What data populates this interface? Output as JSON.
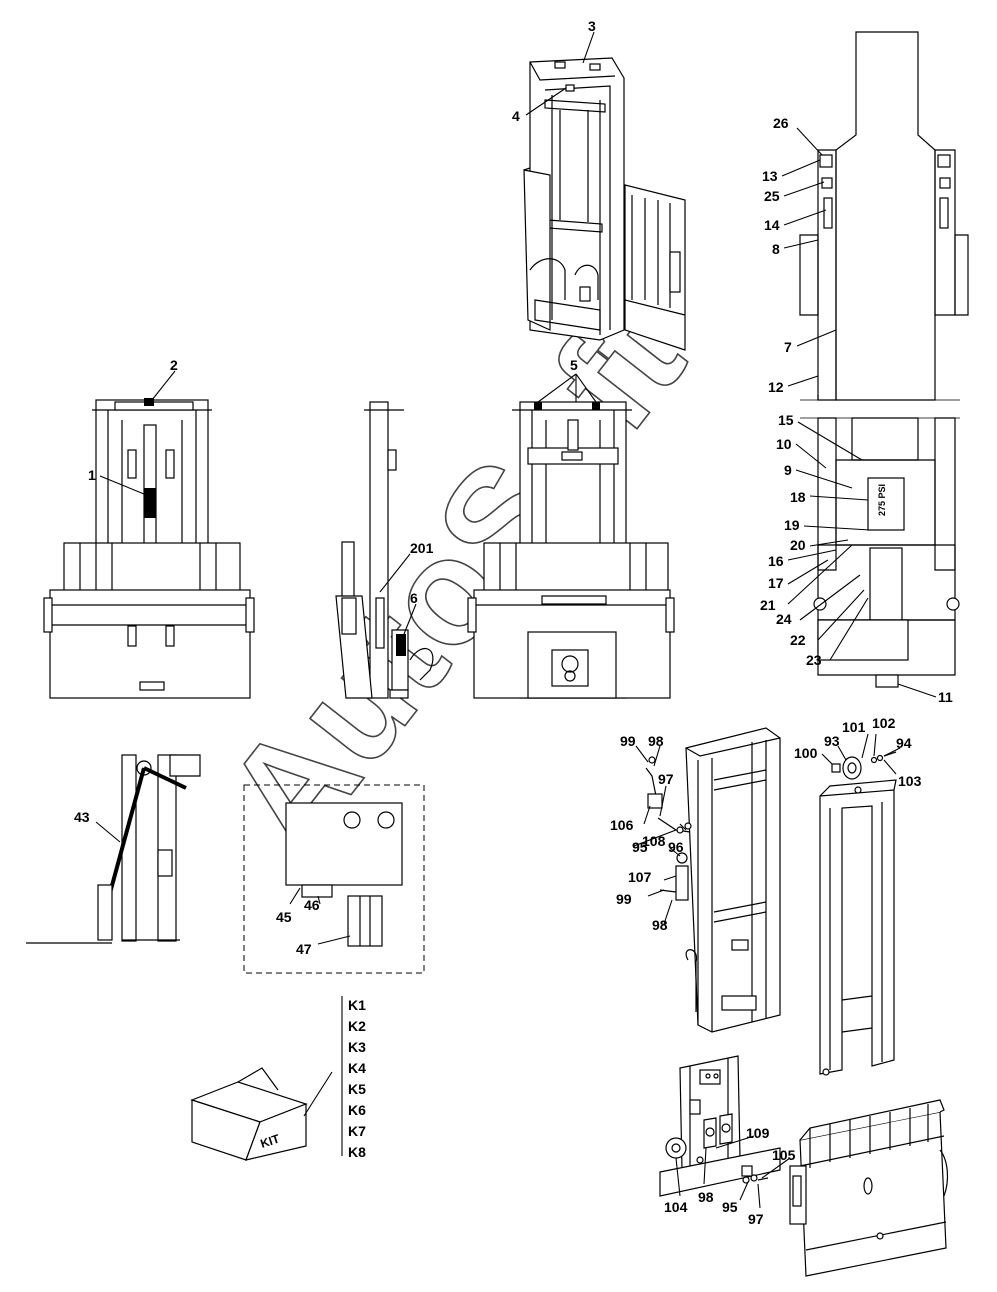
{
  "labels": {
    "l1": "1",
    "l2": "2",
    "l3": "3",
    "l4": "4",
    "l5": "5",
    "l6": "6",
    "l7": "7",
    "l8": "8",
    "l9": "9",
    "l10": "10",
    "l11": "11",
    "l12": "12",
    "l13": "13",
    "l14": "14",
    "l15": "15",
    "l16": "16",
    "l17": "17",
    "l18": "18",
    "l19": "19",
    "l20": "20",
    "l21": "21",
    "l22": "22",
    "l23": "23",
    "l24": "24",
    "l25": "25",
    "l26": "26",
    "l43": "43",
    "l45": "45",
    "l46": "46",
    "l47": "47",
    "l93": "93",
    "l94": "94",
    "l95a": "95",
    "l95b": "95",
    "l96": "96",
    "l97a": "97",
    "l97b": "97",
    "l98a": "98",
    "l98b": "98",
    "l98c": "98",
    "l99a": "99",
    "l99b": "99",
    "l100": "100",
    "l101": "101",
    "l102": "102",
    "l103": "103",
    "l104": "104",
    "l105": "105",
    "l106": "106",
    "l107": "107",
    "l108": "108",
    "l109": "109",
    "l201": "201"
  },
  "kit": {
    "box_label": "KIT",
    "items": [
      "K1",
      "K2",
      "K3",
      "K4",
      "K5",
      "K6",
      "K7",
      "K8"
    ]
  },
  "cylinder": {
    "pressure_marking": "275 PSI"
  },
  "watermark": "AutoSoft"
}
